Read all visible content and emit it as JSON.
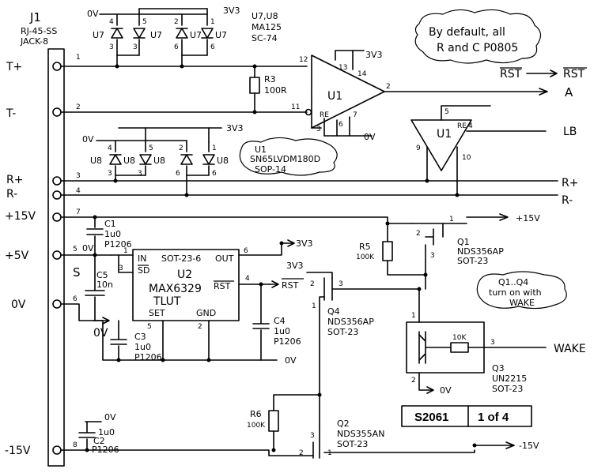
{
  "connector": {
    "ref": "J1",
    "part": "RJ-45-SS",
    "type": "JACK-8",
    "pins": [
      {
        "num": "1",
        "label": "T+"
      },
      {
        "num": "2",
        "label": "T-"
      },
      {
        "num": "3",
        "label": "R+"
      },
      {
        "num": "4",
        "label": "R-"
      },
      {
        "num": "7",
        "label": "+15V"
      },
      {
        "num": "5",
        "label": "+5V"
      },
      {
        "num": "6",
        "label": "0V"
      },
      {
        "num": "8",
        "label": "-15V"
      }
    ]
  },
  "rails": {
    "v0": "0V",
    "v33": "3V3",
    "vpos15": "+15V",
    "vneg15": "-15V",
    "zero_v": "0V"
  },
  "diodes_top": {
    "ref": "U7",
    "ref_pair": "U7,U8",
    "part": "MA125",
    "pkg": "SC-74",
    "pins": [
      "4",
      "3",
      "5",
      "3",
      "2",
      "6",
      "1",
      "6"
    ]
  },
  "diodes_mid": {
    "ref": "U8",
    "pins": [
      "4",
      "3",
      "5",
      "3",
      "2",
      "6",
      "1",
      "6"
    ]
  },
  "note_default": {
    "line1": "By default, all",
    "line2": "R and C P0805"
  },
  "rst_note": {
    "from": "RST",
    "to": "RST"
  },
  "r3": {
    "ref": "R3",
    "value": "100R"
  },
  "u1": {
    "ref": "U1",
    "part": "SN65LVDM180D",
    "pkg": "SOP-14",
    "pins": {
      "p12": "12",
      "p13": "13",
      "p14": "14",
      "p2": "2",
      "p11": "11",
      "p3": "3",
      "p6": "6",
      "p7": "7",
      "p5": "5",
      "p4": "4",
      "p9": "9",
      "p10": "10"
    },
    "re_label": "RE",
    "de_label": "RE"
  },
  "outputs": {
    "a": "A",
    "lb": "LB",
    "r_plus": "R+",
    "r_minus": "R-",
    "wake": "WAKE",
    "rst": "RST",
    "v33": "3V3"
  },
  "c1": {
    "ref": "C1",
    "value": "1u0",
    "pkg": "P1206"
  },
  "c5": {
    "ref": "C5",
    "value": "10n"
  },
  "c3": {
    "ref": "C3",
    "value": "1u0",
    "pkg": "P1206"
  },
  "c4": {
    "ref": "C4",
    "value": "1u0",
    "pkg": "P1206"
  },
  "c2": {
    "ref": "C2",
    "value": "1u0",
    "pkg": "P1206"
  },
  "u2": {
    "ref": "U2",
    "pkg": "SOT-23-6",
    "part": "MAX6329",
    "variant": "TLUT",
    "pin_in": "IN",
    "pin_sd": "SD",
    "pin_out": "OUT",
    "pin_rst": "RST",
    "pin_set": "SET",
    "pin_gnd": "GND",
    "n1": "1",
    "n3": "3",
    "n5": "5",
    "n2": "2",
    "n6": "6",
    "n4": "4"
  },
  "q1": {
    "ref": "Q1",
    "part": "NDS356AP",
    "pkg": "SOT-23",
    "n1": "1",
    "n2": "2",
    "n3": "3"
  },
  "q2": {
    "ref": "Q2",
    "part": "NDS355AN",
    "pkg": "SOT-23",
    "n1": "1",
    "n2": "2",
    "n3": "3"
  },
  "q3": {
    "ref": "Q3",
    "part": "UN2215",
    "pkg": "SOT-23",
    "n1": "1",
    "n2": "2",
    "n3": "3",
    "r": "10K"
  },
  "q4": {
    "ref": "Q4",
    "part": "NDS356AP",
    "pkg": "SOT-23",
    "n1": "1",
    "n2": "2",
    "n3": "3"
  },
  "r5": {
    "ref": "R5",
    "value": "100K"
  },
  "r6": {
    "ref": "R6",
    "value": "100K"
  },
  "wake_note": {
    "line1": "Q1..Q4",
    "line2": "turn on with",
    "line3": "WAKE"
  },
  "title_block": {
    "doc": "S2061",
    "page": "1 of 4"
  },
  "s_label": "S",
  "ov_label": "0V"
}
